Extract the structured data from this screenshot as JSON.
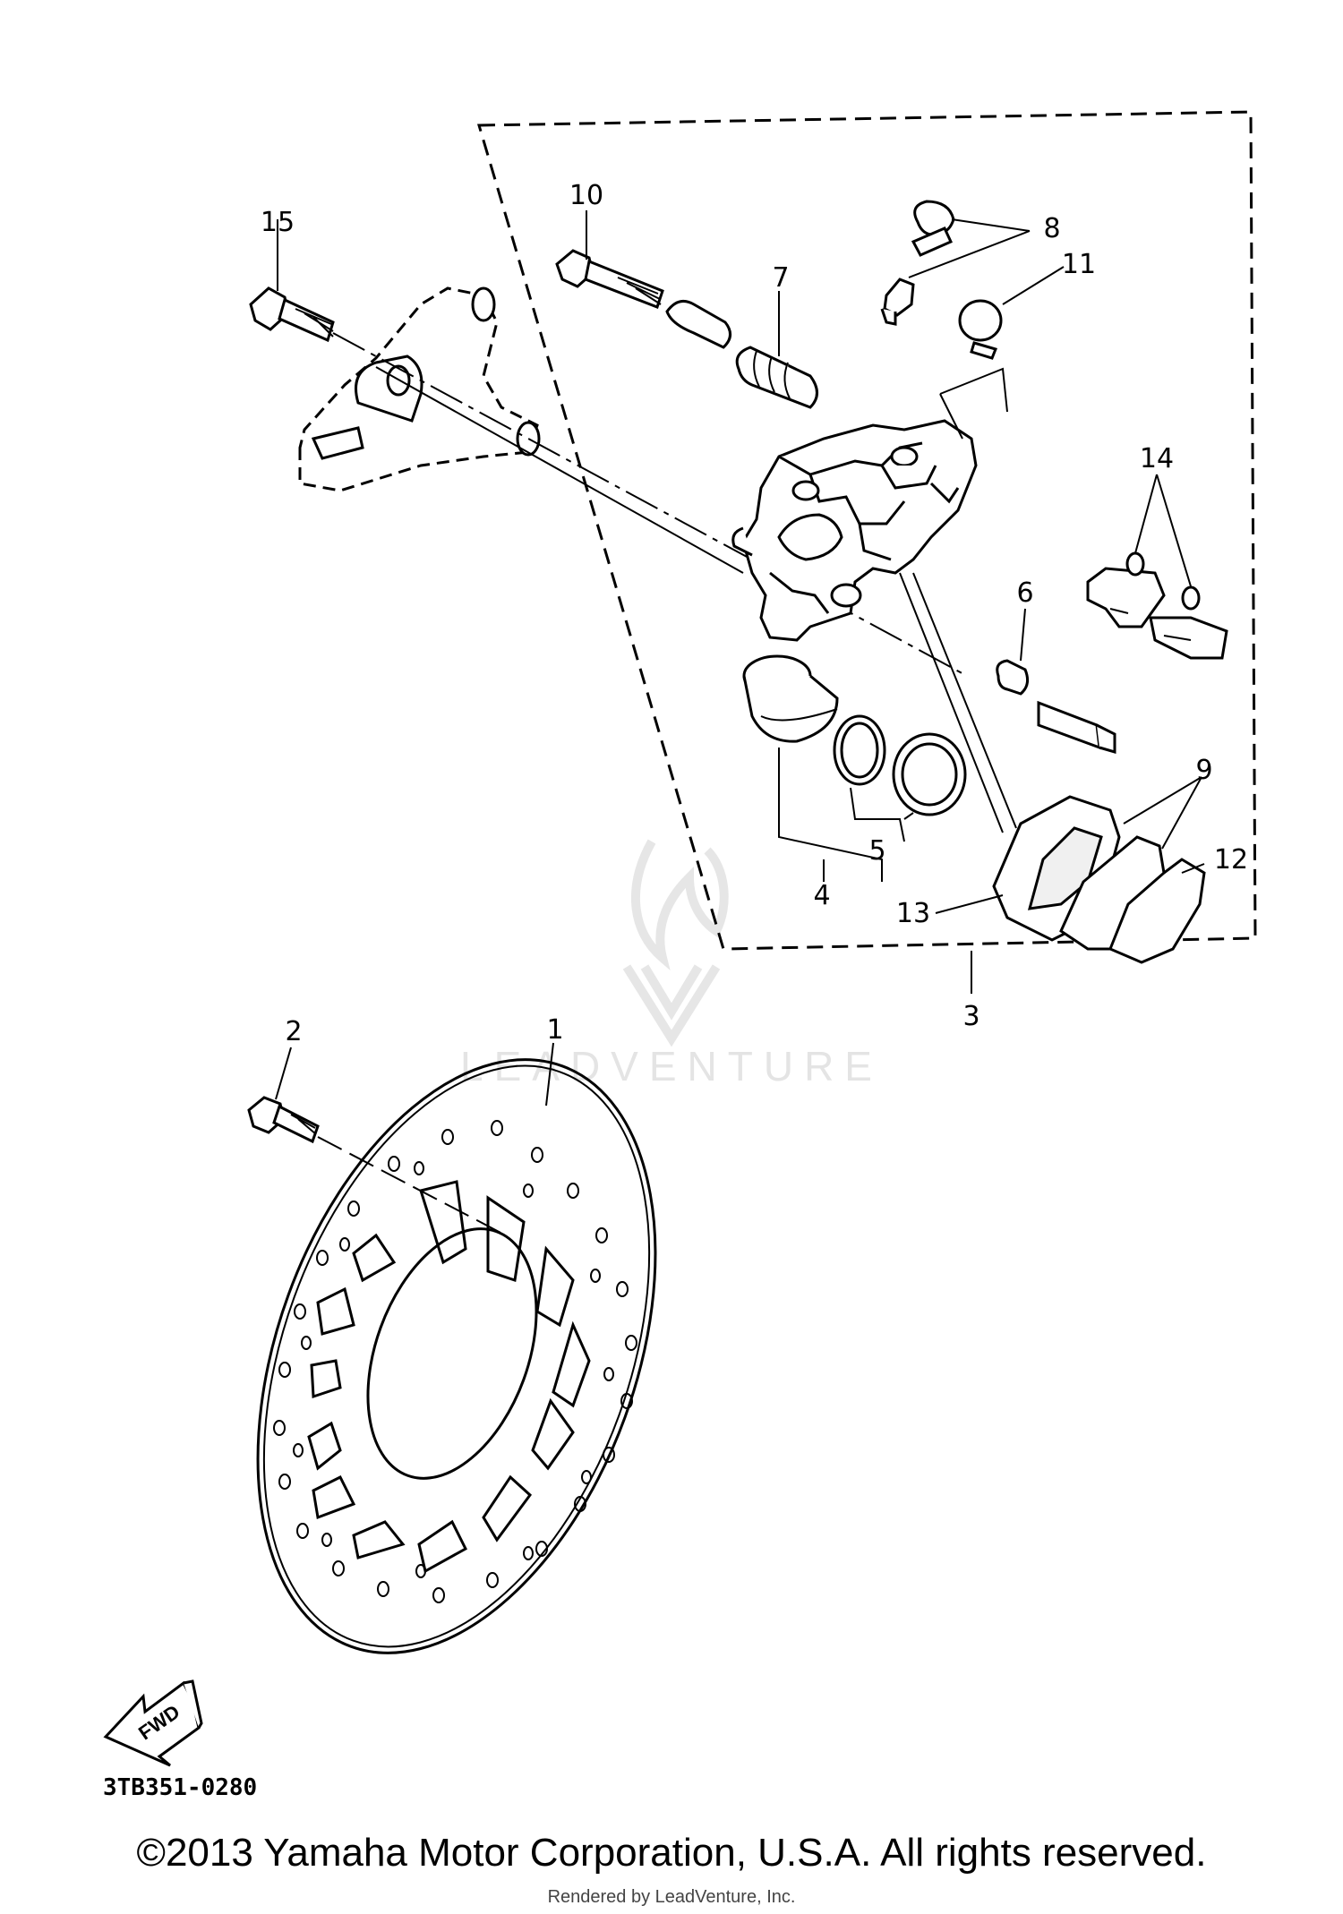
{
  "diagram": {
    "part_code": "3TB351-0280",
    "fwd_label": "FWD",
    "watermark": "LEADVENTURE",
    "callouts": [
      "1",
      "2",
      "3",
      "4",
      "5",
      "6",
      "7",
      "8",
      "9",
      "10",
      "11",
      "12",
      "13",
      "14",
      "15"
    ]
  },
  "footer": {
    "copyright": "©2013 Yamaha Motor Corporation, U.S.A. All rights reserved.",
    "rendered_by": "Rendered by LeadVenture, Inc."
  }
}
